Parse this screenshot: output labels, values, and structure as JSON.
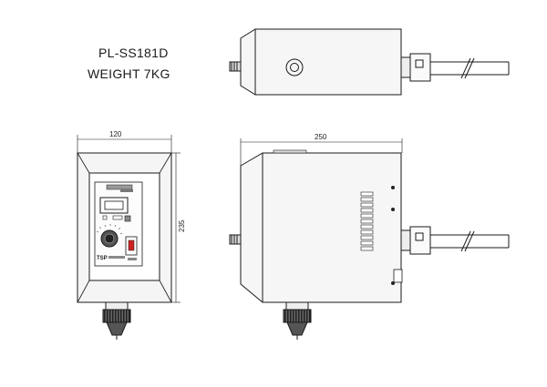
{
  "header": {
    "model": "PL-SS181D",
    "weight": "WEIGHT  7KG"
  },
  "dimensions": {
    "front_width": "120",
    "front_height": "235",
    "side_length": "250"
  },
  "panel": {
    "brand": "TSP"
  },
  "colors": {
    "line": "#1a1a1a",
    "body_fill": "#f4f4f4",
    "shade": "#d9d9d9",
    "dark": "#333333"
  }
}
